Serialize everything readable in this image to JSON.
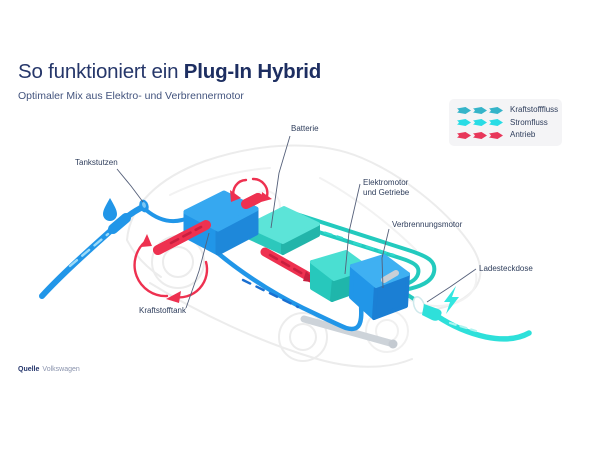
{
  "header": {
    "title_regular": "So funktioniert ein ",
    "title_bold": "Plug-In Hybrid",
    "subtitle": "Optimaler Mix aus Elektro- und Verbrennermotor"
  },
  "legend": {
    "items": [
      {
        "label": "Kraftstofffluss",
        "color": "#35b4c9"
      },
      {
        "label": "Stromfluss",
        "color": "#29dce5"
      },
      {
        "label": "Antrieb",
        "color": "#e8375a"
      }
    ]
  },
  "diagram": {
    "labels": {
      "tankstutzen": "Tankstutzen",
      "kraftstofftank": "Kraftstofftank",
      "batterie": "Batterie",
      "elektromotor_line1": "Elektromotor",
      "elektromotor_line2": "und Getriebe",
      "verbrennungsmotor": "Verbrennungsmotor",
      "ladesteckdose": "Ladesteckdose"
    },
    "icons": {
      "fuel_drop": "droplet-icon",
      "charging": "lightning-bolt-icon"
    },
    "colors": {
      "fuel_blue": "#2196e8",
      "fuel_dash_light": "#9bdbf9",
      "fuel_dash_dark": "#1a6fd0",
      "power_teal": "#23cabe",
      "battery_top": "#5ce4d8",
      "charge_cyan": "#2ee0da",
      "drive_red": "#ee3150",
      "drive_dash_dark": "#c81f3f",
      "component_blue": "#2196e8",
      "axle_gray": "#c9cfd6",
      "car_outline": "#ececec",
      "legend_bg": "#f4f4f6",
      "text_navy": "#26376a"
    }
  },
  "source": {
    "prefix": "Quelle",
    "name": "Volkswagen"
  }
}
